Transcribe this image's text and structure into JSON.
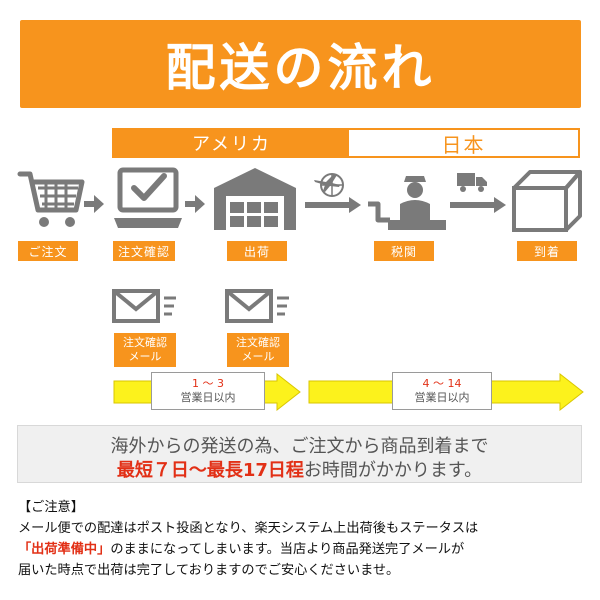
{
  "banner": {
    "title": "配送の流れ"
  },
  "countries": {
    "origin": "アメリカ",
    "destination": "日本"
  },
  "steps": [
    {
      "icon": "shopping-cart-icon",
      "label": "ご注文"
    },
    {
      "icon": "laptop-check-icon",
      "label": "注文確認"
    },
    {
      "icon": "warehouse-icon",
      "label": "出荷"
    },
    {
      "icon": "customs-officer-icon",
      "label": "税関"
    },
    {
      "icon": "package-box-icon",
      "label": "到着"
    }
  ],
  "transit_icons": [
    "airplane-globe-icon",
    "delivery-truck-icon"
  ],
  "mails": [
    {
      "line1": "注文確認",
      "line2": "メール"
    },
    {
      "line1": "注文確認",
      "line2": "メール"
    }
  ],
  "durations": [
    {
      "days": "1 ～ 3",
      "unit": "営業日以内"
    },
    {
      "days": "4 ～ 14",
      "unit": "営業日以内"
    }
  ],
  "notice": {
    "line1": "海外からの発送の為、ご注文から商品到着まで",
    "line2_red": "最短７日〜最長17日程",
    "line2_rest": "お時間がかかります。"
  },
  "caution": {
    "heading": "【ご注意】",
    "line1": "メール便での配達はポスト投函となり、楽天システム上出荷後もステータスは",
    "line2_red": "「出荷準備中」",
    "line2_rest": "のままになってしまいます。当店より商品発送完了メールが",
    "line3": "届いた時点で出荷は完了しておりますのでご安心くださいませ。"
  },
  "colors": {
    "accent_orange": "#f7941d",
    "icon_gray": "#7a7a7a",
    "arrow_yellow": "#fcf21c",
    "alert_red": "#e23016"
  }
}
